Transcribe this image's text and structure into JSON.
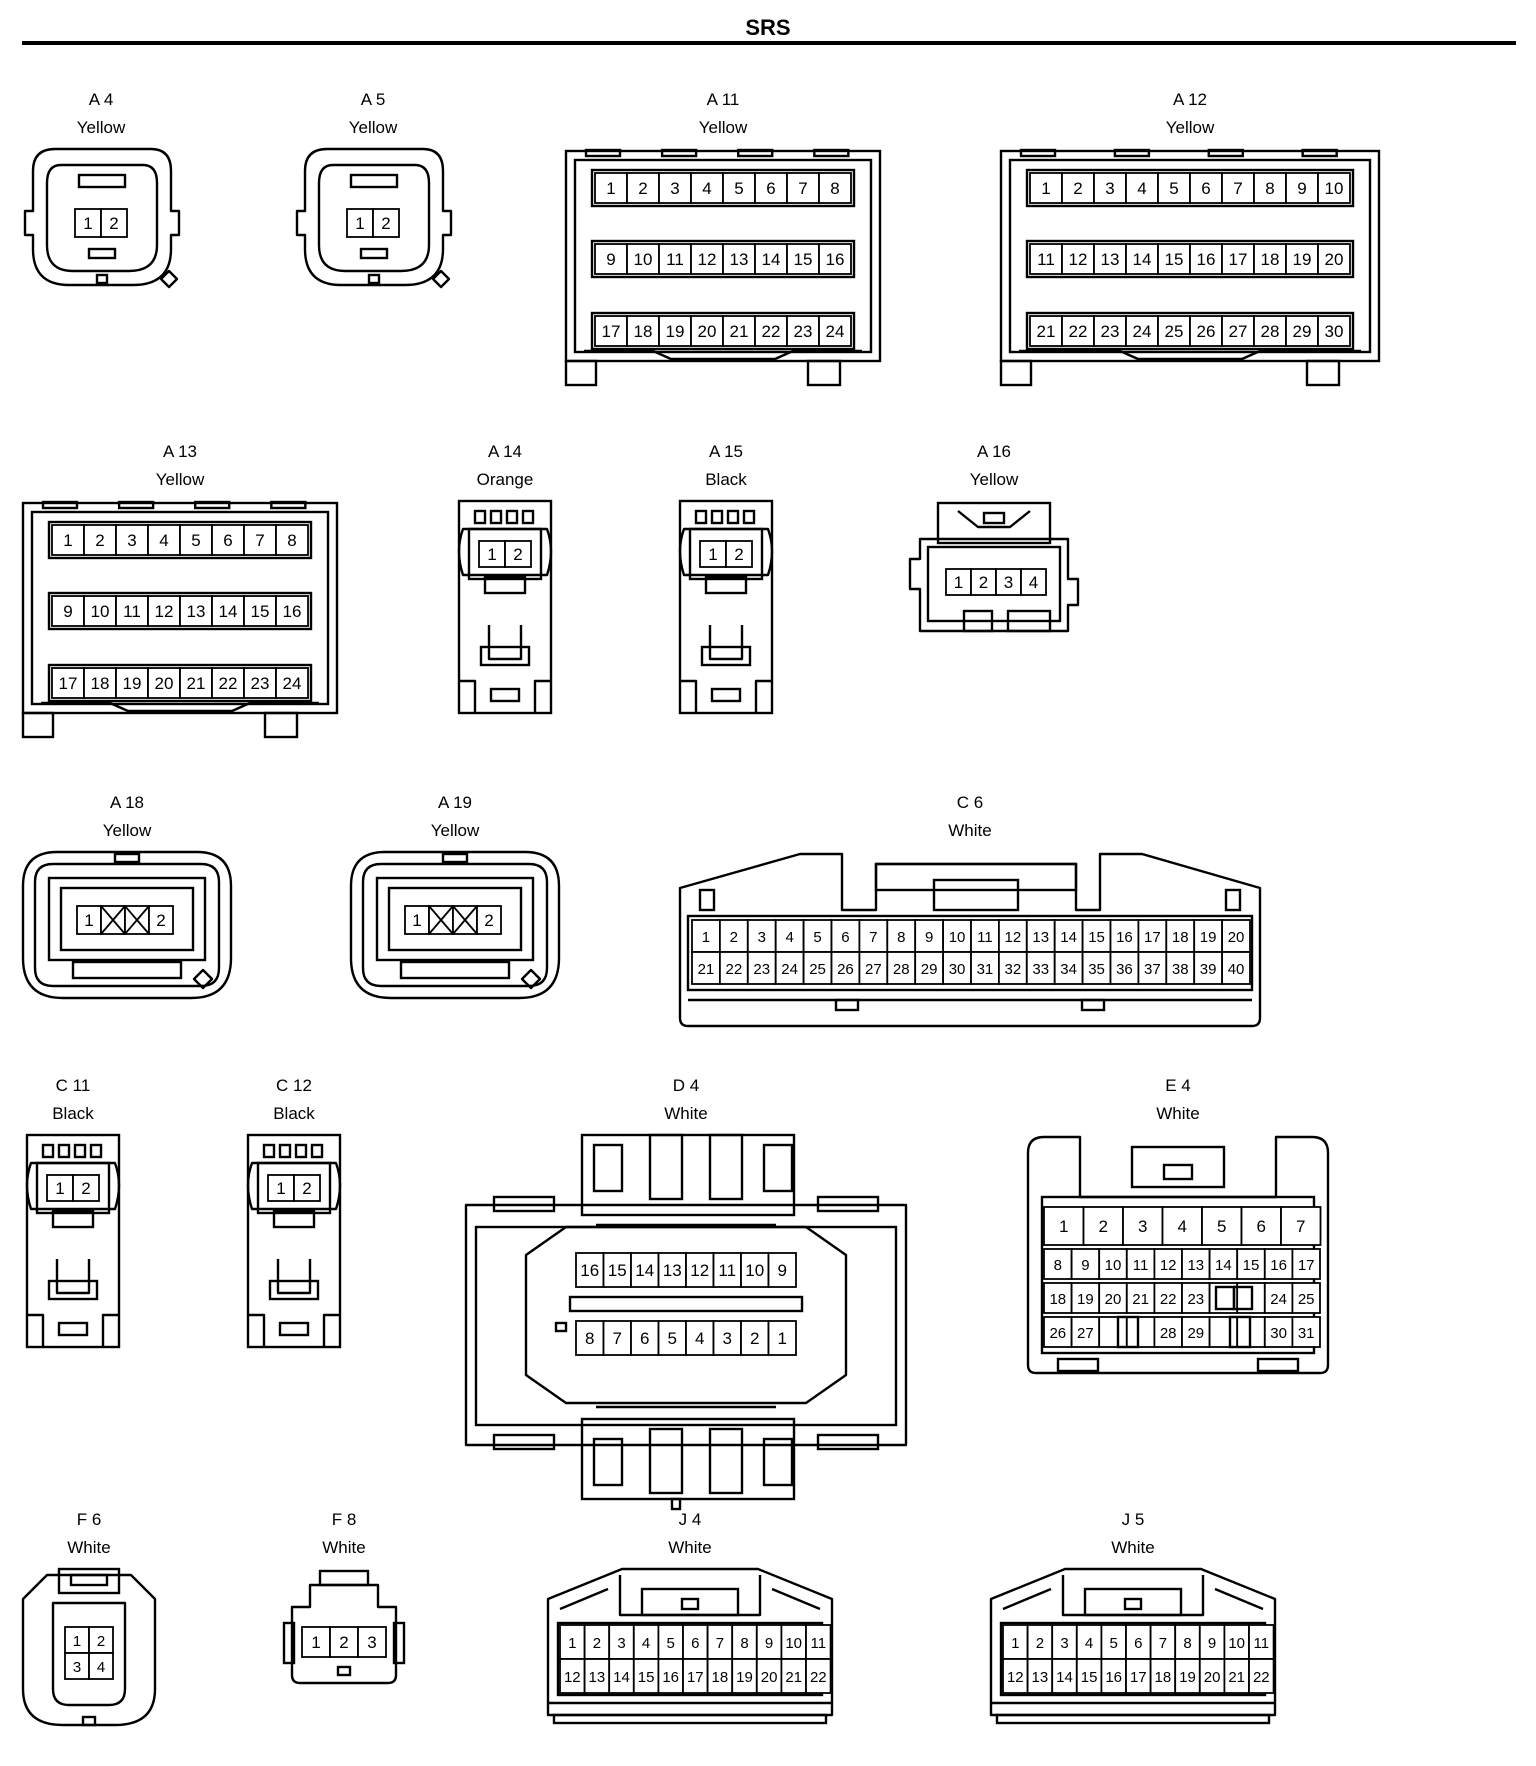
{
  "title": "SRS",
  "connectors": [
    {
      "id": "A 4",
      "color": "Yellow",
      "pins": 2
    },
    {
      "id": "A 5",
      "color": "Yellow",
      "pins": 2
    },
    {
      "id": "A 11",
      "color": "Yellow",
      "pins": 24
    },
    {
      "id": "A 12",
      "color": "Yellow",
      "pins": 30
    },
    {
      "id": "A 13",
      "color": "Yellow",
      "pins": 24
    },
    {
      "id": "A 14",
      "color": "Orange",
      "pins": 2
    },
    {
      "id": "A 15",
      "color": "Black",
      "pins": 2
    },
    {
      "id": "A 16",
      "color": "Yellow",
      "pins": 4
    },
    {
      "id": "A 18",
      "color": "Yellow",
      "pins": 2
    },
    {
      "id": "A 19",
      "color": "Yellow",
      "pins": 2
    },
    {
      "id": "C 6",
      "color": "White",
      "pins": 40
    },
    {
      "id": "C 11",
      "color": "Black",
      "pins": 2
    },
    {
      "id": "C 12",
      "color": "Black",
      "pins": 2
    },
    {
      "id": "D 4",
      "color": "White",
      "pins": 16
    },
    {
      "id": "E 4",
      "color": "White",
      "pins": 31
    },
    {
      "id": "F 6",
      "color": "White",
      "pins": 4
    },
    {
      "id": "F 8",
      "color": "White",
      "pins": 3
    },
    {
      "id": "J 4",
      "color": "White",
      "pins": 22
    },
    {
      "id": "J 5",
      "color": "White",
      "pins": 22
    }
  ]
}
